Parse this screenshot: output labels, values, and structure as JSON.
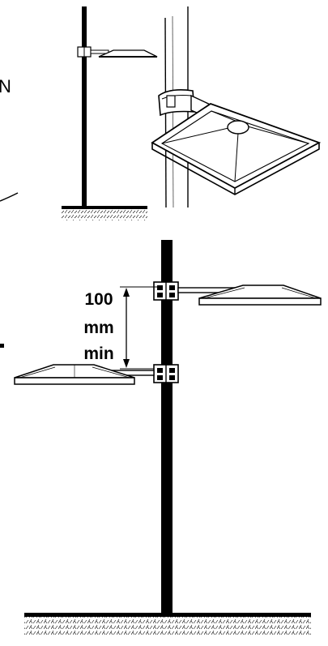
{
  "figure": {
    "fragment_text": "N",
    "spacing_label": {
      "line1": "100",
      "line2": "mm",
      "line3": "min"
    }
  },
  "colors": {
    "ink": "#000000",
    "paper": "#ffffff"
  }
}
